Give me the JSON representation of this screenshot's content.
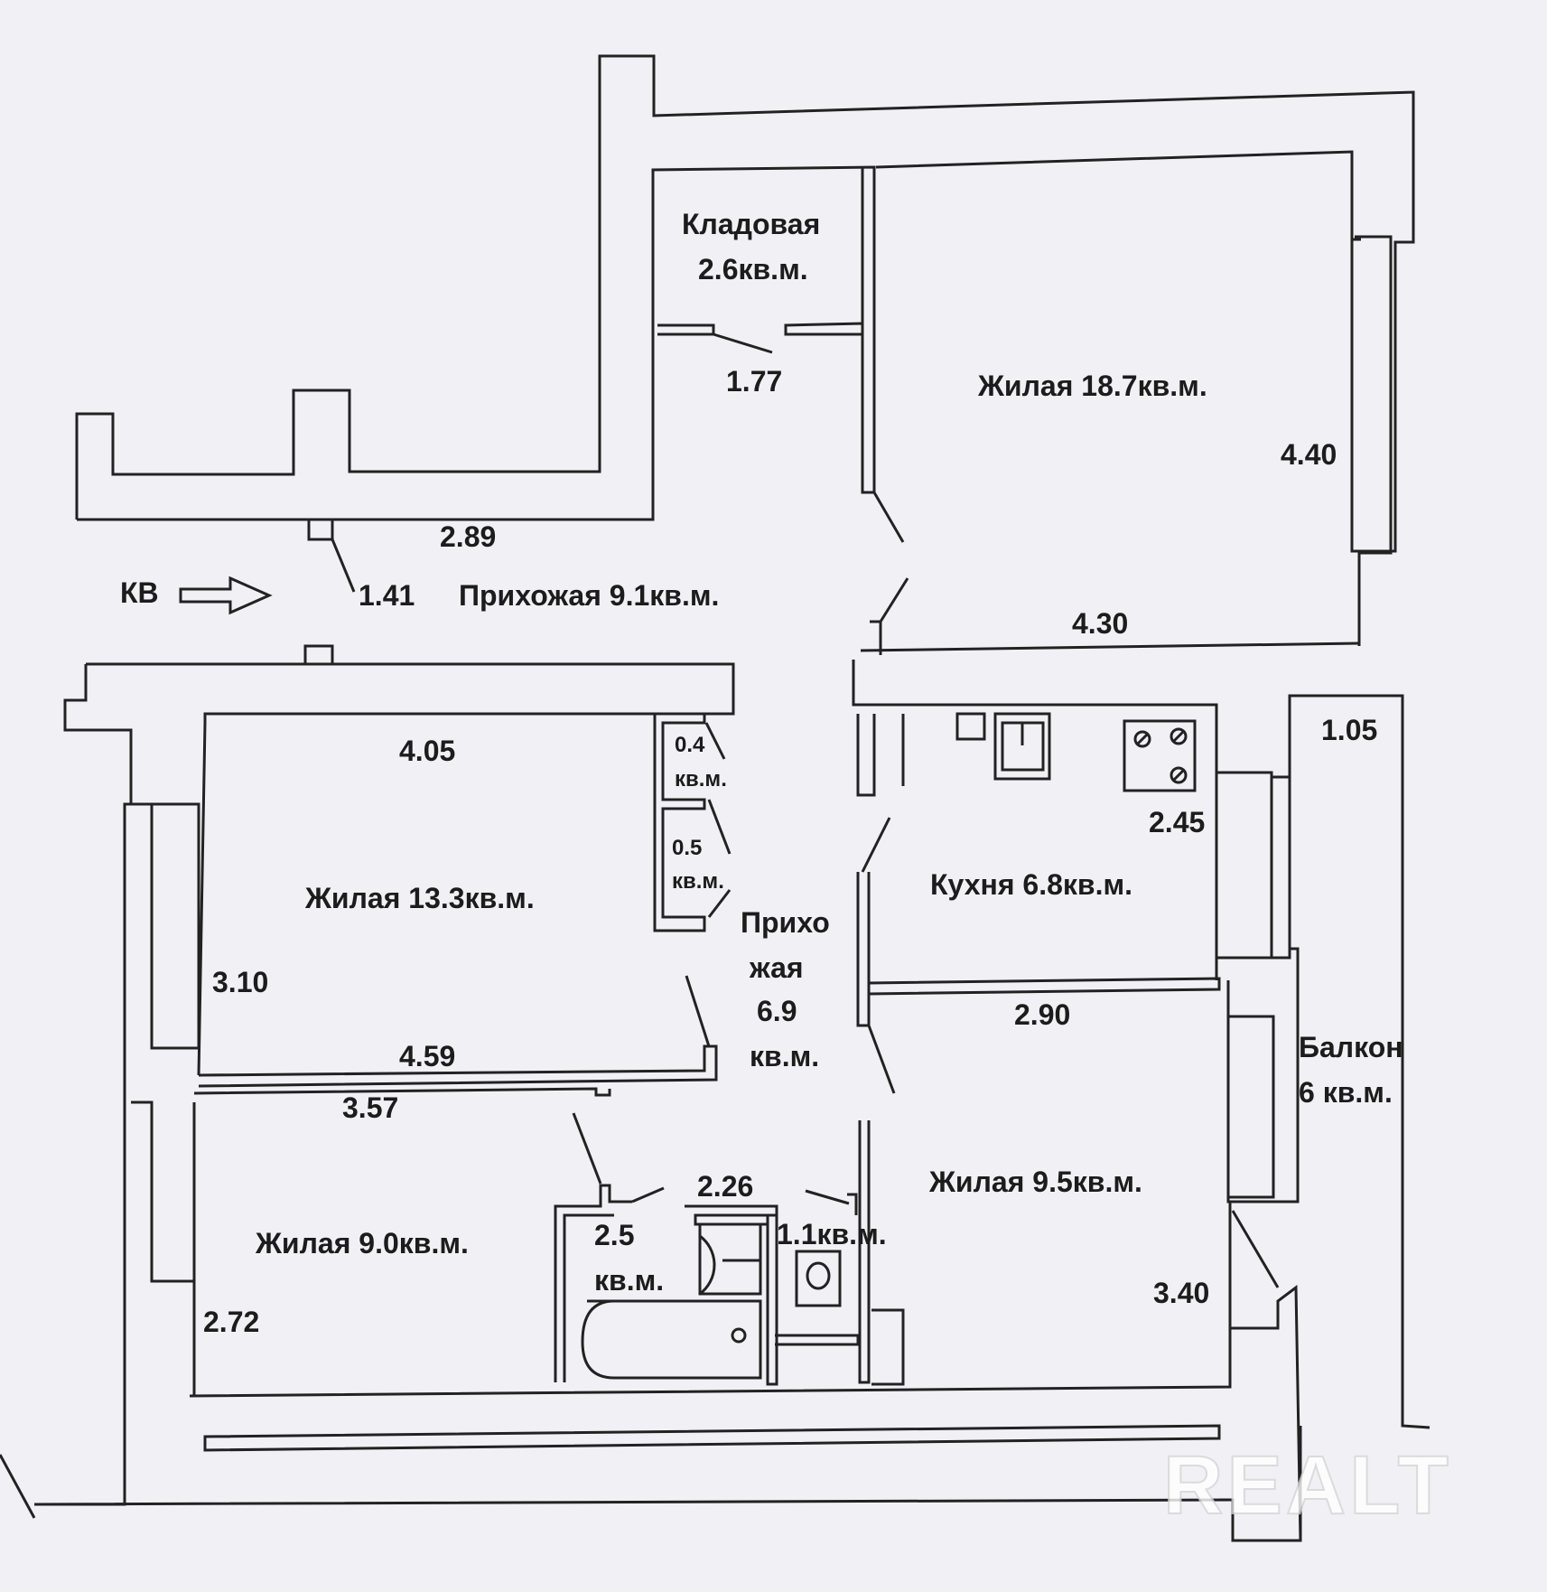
{
  "rooms": {
    "storage": {
      "name": "Кладовая",
      "area": "2.6кв.м."
    },
    "living_large": "Жилая 18.7кв.м.",
    "hall_main": "Прихожая 9.1кв.м.",
    "living_13": "Жилая 13.3кв.м.",
    "closet_1": {
      "area": "0.4",
      "unit": "кв.м."
    },
    "closet_2": {
      "area": "0.5",
      "unit": "кв.м."
    },
    "hall_small": {
      "line1": "Прихо",
      "line2": "жая",
      "line3": "6.9",
      "line4": "кв.м."
    },
    "kitchen": "Кухня 6.8кв.м.",
    "balcony": {
      "line1": "Балкон",
      "line2": "6 кв.м."
    },
    "living_95": "Жилая 9.5кв.м.",
    "living_90": "Жилая 9.0кв.м.",
    "bathroom": {
      "area": "2.5",
      "unit": "кв.м."
    },
    "toilet": "1.1кв.м."
  },
  "dimensions": {
    "d_177": "1.77",
    "d_440": "4.40",
    "d_289": "2.89",
    "d_141": "1.41",
    "d_430": "4.30",
    "d_105": "1.05",
    "d_405": "4.05",
    "d_245": "2.45",
    "d_310": "3.10",
    "d_290": "2.90",
    "d_459": "4.59",
    "d_357": "3.57",
    "d_226": "2.26",
    "d_340": "3.40",
    "d_272": "2.72"
  },
  "entrance": {
    "label": "КВ"
  },
  "watermark": "REALT",
  "colors": {
    "line": "#222222",
    "paper": "#f1f0f4"
  }
}
